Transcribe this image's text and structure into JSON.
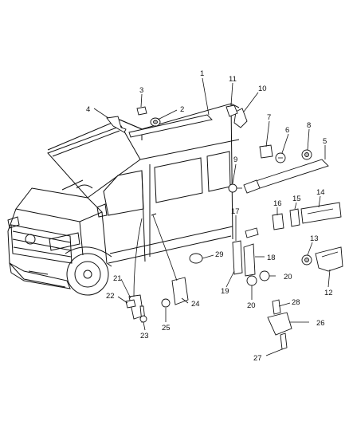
{
  "diagram": {
    "callouts": [
      {
        "id": "c1",
        "text": "1"
      },
      {
        "id": "c2",
        "text": "2"
      },
      {
        "id": "c3",
        "text": "3"
      },
      {
        "id": "c4",
        "text": "4"
      },
      {
        "id": "c5",
        "text": "5"
      },
      {
        "id": "c6",
        "text": "6"
      },
      {
        "id": "c7",
        "text": "7"
      },
      {
        "id": "c8",
        "text": "8"
      },
      {
        "id": "c9",
        "text": "9"
      },
      {
        "id": "c10",
        "text": "10"
      },
      {
        "id": "c11",
        "text": "11"
      },
      {
        "id": "c12",
        "text": "12"
      },
      {
        "id": "c13",
        "text": "13"
      },
      {
        "id": "c14",
        "text": "14"
      },
      {
        "id": "c15",
        "text": "15"
      },
      {
        "id": "c16",
        "text": "16"
      },
      {
        "id": "c17",
        "text": "17"
      },
      {
        "id": "c18",
        "text": "18"
      },
      {
        "id": "c19",
        "text": "19"
      },
      {
        "id": "c20a",
        "text": "20"
      },
      {
        "id": "c20b",
        "text": "20"
      },
      {
        "id": "c21",
        "text": "21"
      },
      {
        "id": "c22",
        "text": "22"
      },
      {
        "id": "c23",
        "text": "23"
      },
      {
        "id": "c24",
        "text": "24"
      },
      {
        "id": "c25",
        "text": "25"
      },
      {
        "id": "c26",
        "text": "26"
      },
      {
        "id": "c27",
        "text": "27"
      },
      {
        "id": "c28",
        "text": "28"
      },
      {
        "id": "c29",
        "text": "29"
      }
    ]
  }
}
